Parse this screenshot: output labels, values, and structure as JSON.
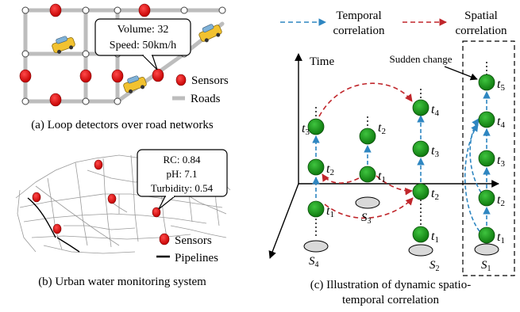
{
  "panel_a": {
    "callout": {
      "volume": "Volume: 32",
      "speed": "Speed: 50km/h"
    },
    "legend": {
      "sensors": "Sensors",
      "roads": "Roads"
    },
    "caption": "(a) Loop detectors over road networks"
  },
  "panel_b": {
    "callout": {
      "rc": "RC: 0.84",
      "ph": "pH: 7.1",
      "turbidity": "Turbidity: 0.54"
    },
    "legend": {
      "sensors": "Sensors",
      "pipelines": "Pipelines"
    },
    "caption": "(b) Urban water monitoring system"
  },
  "panel_c": {
    "legend": {
      "temporal_1": "Temporal",
      "temporal_2": "correlation",
      "spatial_1": "Spatial",
      "spatial_2": "correlation"
    },
    "axis_time": "Time",
    "sudden_change": "Sudden change",
    "node_letter": "t",
    "sensor_letter": "S",
    "idx": {
      "s4": "4",
      "s3": "3",
      "s2": "2",
      "s1": "1",
      "t1": "1",
      "t2": "2",
      "t3": "3",
      "t4": "4",
      "t5": "5"
    },
    "caption_1": "(c) Illustration of dynamic spatio-",
    "caption_2": "temporal correlation"
  },
  "colors": {
    "sensor_red": "#e8000b",
    "node_green": "#1a9a1a",
    "temporal_blue": "#2e86c1",
    "spatial_red": "#c0262b",
    "road_gray": "#bdbdbd",
    "car_yellow": "#f2c230"
  }
}
